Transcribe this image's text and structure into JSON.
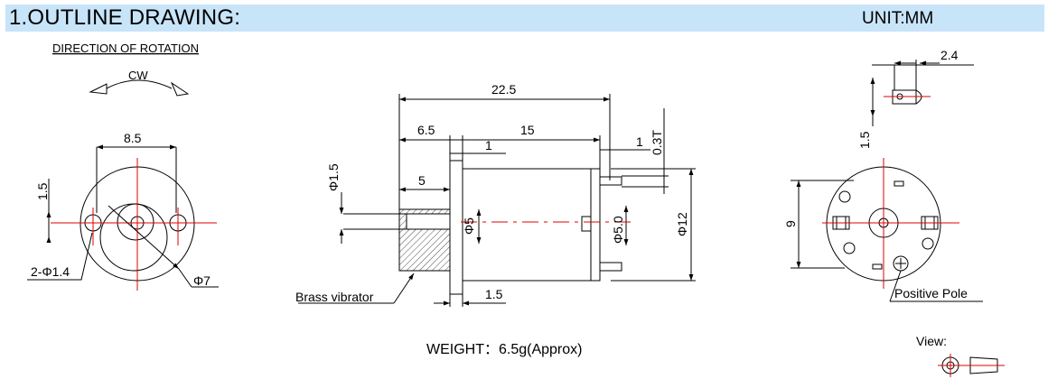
{
  "header": {
    "title": "1.OUTLINE DRAWING:",
    "unit": "UNIT:MM",
    "background_color": "#c8e4f8"
  },
  "rotation": {
    "label": "DIRECTION OF ROTATION",
    "direction": "CW"
  },
  "front_view": {
    "dim_width": "8.5",
    "dim_height": "1.5",
    "dim_holes": "2-Φ1.4",
    "dim_diameter": "Φ7"
  },
  "side_view": {
    "dim_overall": "22.5",
    "dim_vibrator": "6.5",
    "dim_body": "15",
    "dim_gap_left": "1",
    "dim_gap_right": "1",
    "dim_terminal_thickness": "0.3T",
    "dim_shaft": "Φ1.5",
    "dim_vibrator_len": "5",
    "dim_vibrator_dia": "Φ5",
    "dim_boss_dia": "Φ5.0",
    "dim_body_dia": "Φ12",
    "dim_terminal": "1.5",
    "vibrator_label": "Brass vibrator"
  },
  "top_view": {
    "dim_width": "2.4",
    "dim_height": "1.5"
  },
  "end_view": {
    "dim_height": "9",
    "positive_label": "Positive Pole"
  },
  "weight": "WEIGHT：6.5g(Approx)",
  "view_symbol": {
    "label": "View:"
  },
  "colors": {
    "line": "#000000",
    "center_line": "#e00000",
    "header_bg": "#c8e4f8"
  }
}
